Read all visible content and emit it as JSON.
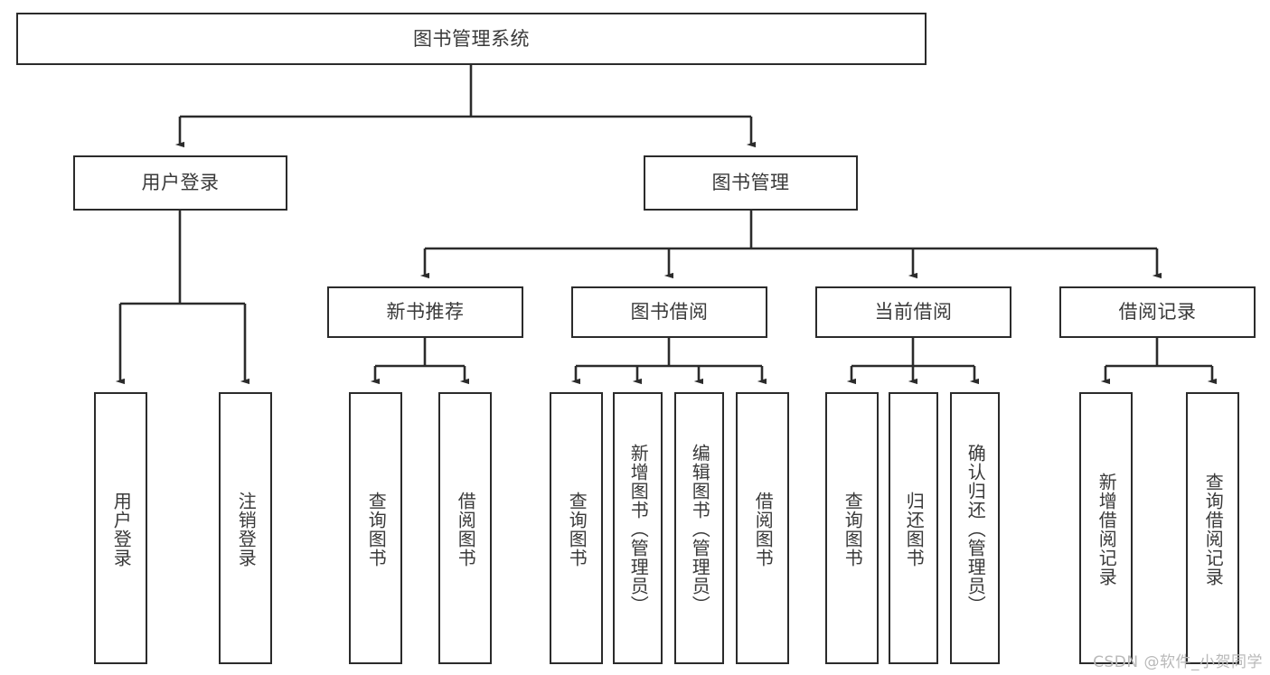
{
  "diagram": {
    "title": "图书管理系统",
    "type": "tree-hierarchy-chart",
    "root": {
      "label": "图书管理系统"
    },
    "level2": [
      {
        "label": "用户登录"
      },
      {
        "label": "图书管理"
      }
    ],
    "level3": [
      {
        "label": "新书推荐"
      },
      {
        "label": "图书借阅"
      },
      {
        "label": "当前借阅"
      },
      {
        "label": "借阅记录"
      }
    ],
    "leaves": {
      "user_login": [
        {
          "label": "用户登录"
        },
        {
          "label": "注销登录"
        }
      ],
      "new_book_recommend": [
        {
          "label": "查询图书"
        },
        {
          "label": "借阅图书"
        }
      ],
      "book_borrow": [
        {
          "label": "查询图书"
        },
        {
          "label": "新增图书（管理员）"
        },
        {
          "label": "编辑图书（管理员）"
        },
        {
          "label": "借阅图书"
        }
      ],
      "current_borrow": [
        {
          "label": "查询图书"
        },
        {
          "label": "归还图书"
        },
        {
          "label": "确认归还（管理员）"
        }
      ],
      "borrow_record": [
        {
          "label": "新增借阅记录"
        },
        {
          "label": "查询借阅记录"
        }
      ]
    }
  },
  "watermark": {
    "text": "CSDN @软件_小贺同学"
  },
  "colors": {
    "stroke": "#2b2b2b",
    "text": "#3a3a3a",
    "background": "#ffffff",
    "watermark": "#b9b9b9"
  }
}
